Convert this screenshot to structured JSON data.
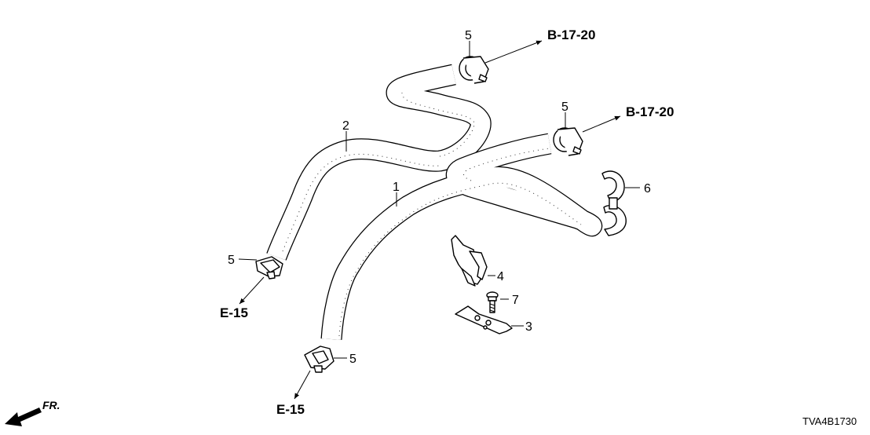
{
  "parts": [
    {
      "id": "hose-1",
      "number": "1"
    },
    {
      "id": "hose-2",
      "number": "2"
    },
    {
      "id": "plate-3",
      "number": "3"
    },
    {
      "id": "holder-4",
      "number": "4"
    },
    {
      "id": "clamp-top",
      "number": "5"
    },
    {
      "id": "clamp-mid",
      "number": "5"
    },
    {
      "id": "clamp-left",
      "number": "5"
    },
    {
      "id": "clamp-bottom",
      "number": "5"
    },
    {
      "id": "clip-6",
      "number": "6"
    },
    {
      "id": "bolt-7",
      "number": "7"
    }
  ],
  "references": {
    "top": "B-17-20",
    "mid": "B-17-20",
    "left": "E-15",
    "bottom": "E-15"
  },
  "direction_label": "FR.",
  "diagram_code": "TVA4B1730"
}
